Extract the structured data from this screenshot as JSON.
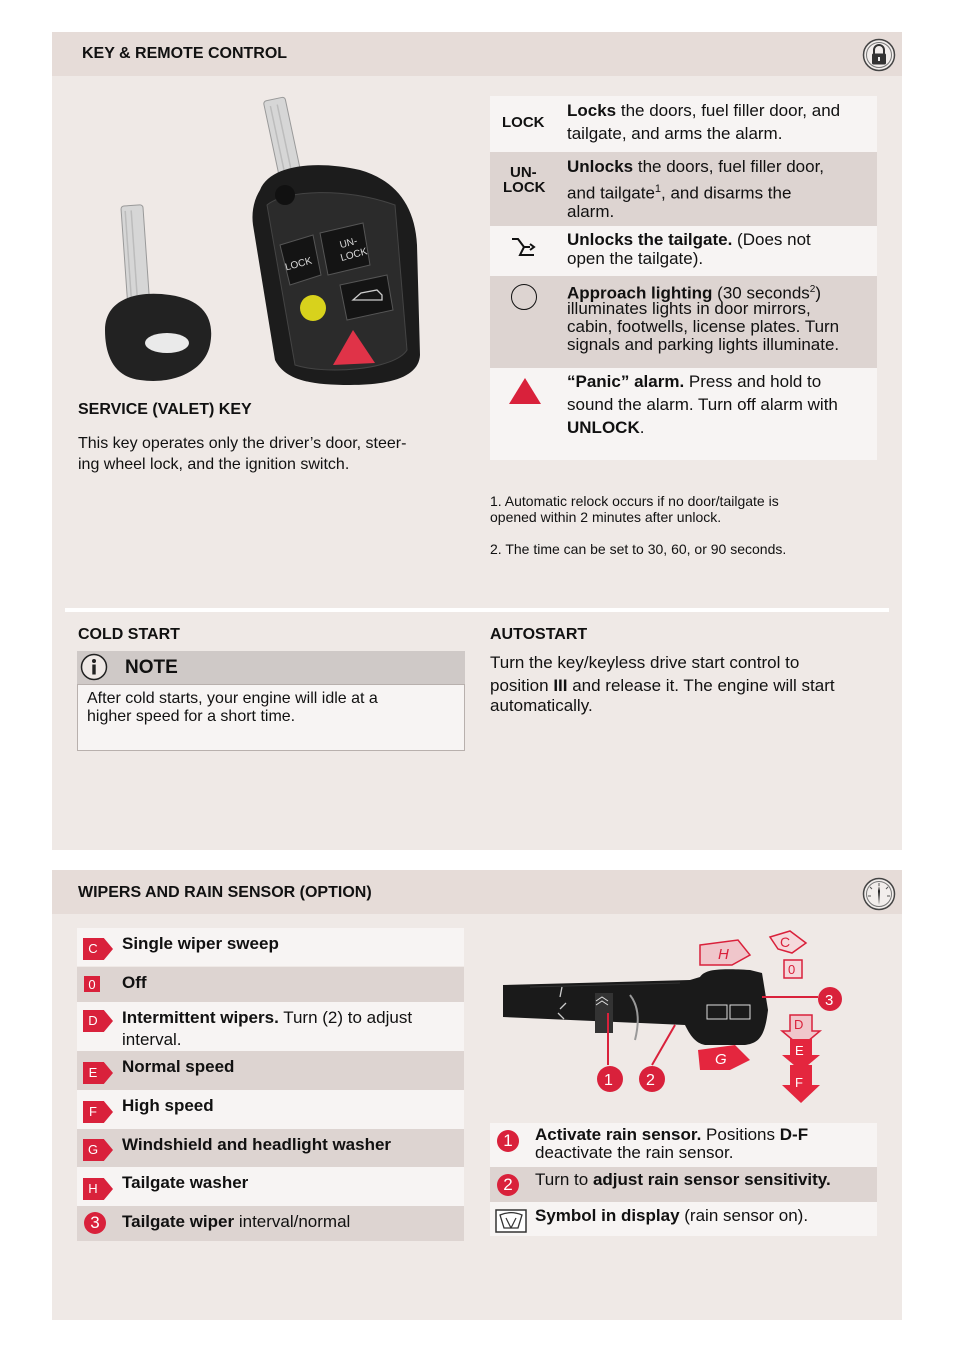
{
  "key_section": {
    "header": "KEY & REMOTE CONTROL",
    "header_icon": "padlock-icon",
    "fob_labels": {
      "lock": "LOCK",
      "unlock_1": "UN-",
      "unlock_2": "LOCK"
    },
    "service_key_title": "SERVICE (VALET) KEY",
    "service_key_text_1": "This key operates only the driver’s door, steer-",
    "service_key_text_2": "ing wheel lock, and the ignition switch.",
    "remote_rows": [
      {
        "key": "LOCK",
        "bold": "Locks",
        "line1_rest": " the doors, fuel filler door, and",
        "line2": "tailgate, and arms the alarm."
      },
      {
        "key1": "UN-",
        "key2": "LOCK",
        "bold": "Unlocks",
        "line1_rest": " the doors, fuel filler door,",
        "line2_a": "and tailgate",
        "line2_sup": "1",
        "line2_b": ", and disarms the",
        "line3": "alarm."
      },
      {
        "icon": "tailgate-icon",
        "bold": "Unlocks the tailgate.",
        "line1_rest": " (Does not",
        "line2": "open the tailgate)."
      },
      {
        "icon": "circle-button-icon",
        "bold": "Approach lighting",
        "line1_rest": " (30 seconds",
        "line1_sup": "2",
        "line1_end": ")",
        "line2": "illuminates lights in door mirrors,",
        "line3": "cabin, footwells, license plates. Turn",
        "line4": "signals and parking lights illuminate."
      },
      {
        "icon": "panic-triangle-icon",
        "bold": "“Panic” alarm.",
        "line1_rest": " Press and hold to",
        "line2": "sound the alarm. Turn off alarm with",
        "line3_bold": "UNLOCK",
        "line3_end": "."
      }
    ],
    "footnote_1a": "1. Automatic relock occurs if no door/tailgate is",
    "footnote_1b": "opened within 2 minutes after unlock.",
    "footnote_2": "2. The time can be set to 30, 60, or 90 seconds.",
    "cold_start_title": "COLD START",
    "note_label": "NOTE",
    "note_icon": "info-icon",
    "note_text_1": "After cold starts, your engine will idle at a",
    "note_text_2": "higher speed for a short time.",
    "autostart_title": "AUTOSTART",
    "autostart_1": "Turn the key/keyless drive start control to",
    "autostart_2a": "position ",
    "autostart_2b": "III",
    "autostart_2c": " and release it. The engine will start",
    "autostart_3": "automatically."
  },
  "wiper_section": {
    "header": "WIPERS AND RAIN SENSOR (OPTION)",
    "header_icon": "gauge-icon",
    "rows": [
      {
        "tag": "C",
        "bold": "Single wiper sweep",
        "rest": ""
      },
      {
        "tag": "0",
        "bold": "Off",
        "rest": ""
      },
      {
        "tag": "D",
        "bold": "Intermittent wipers.",
        "rest": " Turn (2) to adjust",
        "line2": "interval."
      },
      {
        "tag": "E",
        "bold": "Normal speed",
        "rest": ""
      },
      {
        "tag": "F",
        "bold": "High speed",
        "rest": ""
      },
      {
        "tag": "G",
        "bold": "Windshield and headlight washer",
        "rest": ""
      },
      {
        "tag": "H",
        "bold": "Tailgate washer",
        "rest": ""
      },
      {
        "tag": "3",
        "bold": "Tailgate wiper",
        "rest": " interval/normal"
      }
    ],
    "diagram_labels": {
      "h": "H",
      "c": "C",
      "zero": "0",
      "three": "3",
      "d": "D",
      "e": "E",
      "f": "F",
      "g": "G",
      "one": "1",
      "two": "2"
    },
    "sensor_rows": [
      {
        "badge": "1",
        "bold": "Activate rain sensor.",
        "rest": " Positions ",
        "bold2": "D-F",
        "line2": "deactivate the rain sensor."
      },
      {
        "badge": "2",
        "pre": "Turn to ",
        "bold": "adjust rain sensor sensitivity.",
        "rest": ""
      },
      {
        "icon": "rain-sensor-icon",
        "bold": "Symbol in display",
        "rest": " (rain sensor on)."
      }
    ]
  },
  "colors": {
    "accent_red": "#d9213b",
    "panel": "#efe9e6",
    "header": "#e6dcd8",
    "row_dark": "#ddd4d1"
  }
}
